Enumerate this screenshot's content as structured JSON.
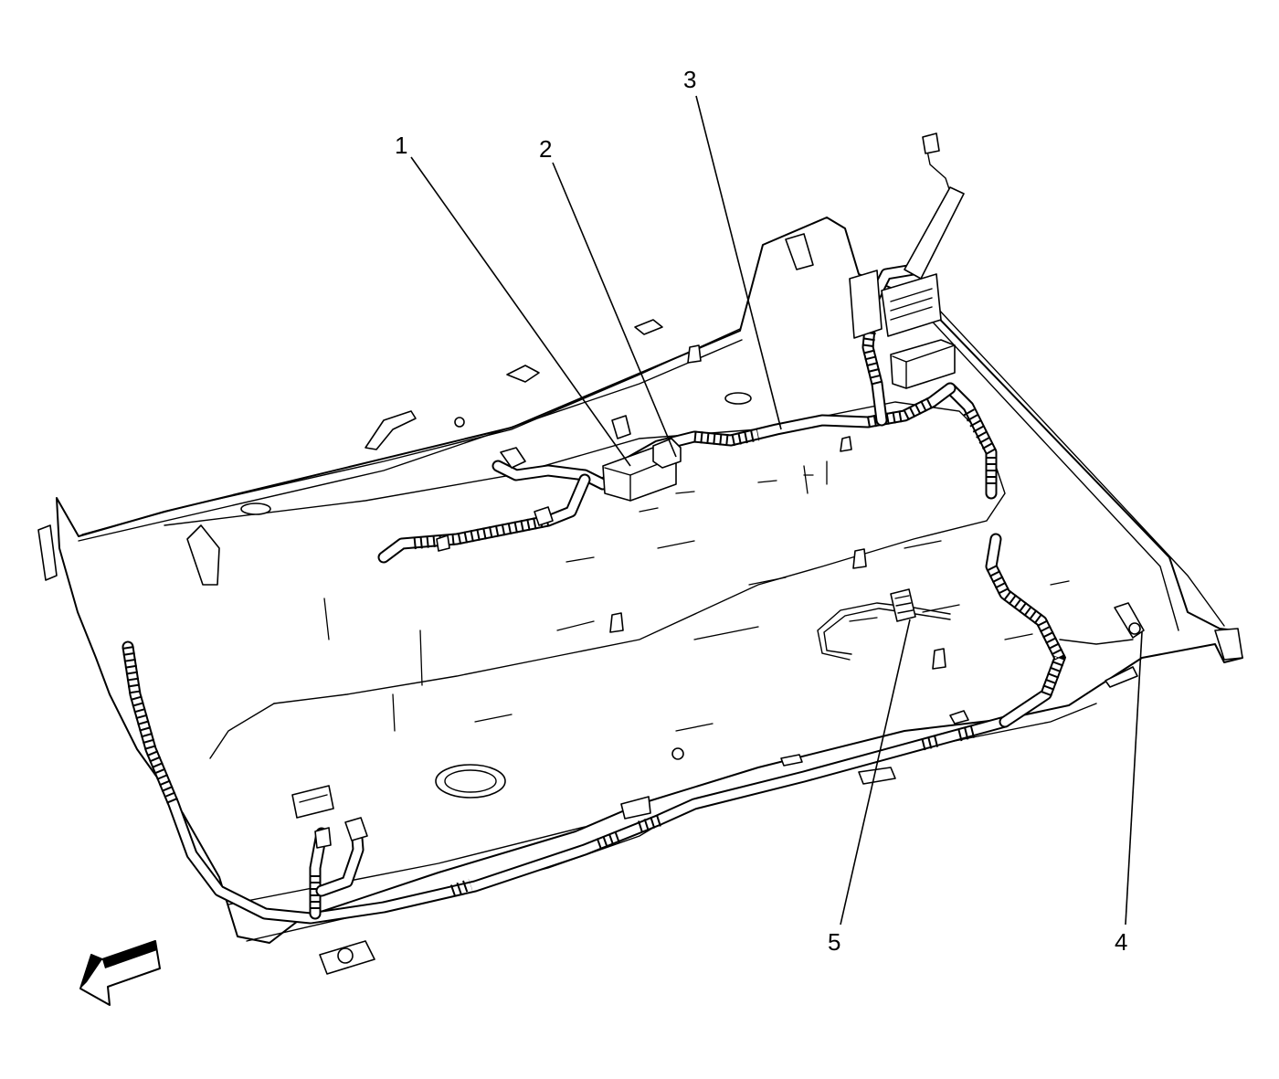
{
  "callouts": [
    {
      "number": "1"
    },
    {
      "number": "2"
    },
    {
      "number": "3"
    },
    {
      "number": "4"
    },
    {
      "number": "5"
    }
  ],
  "icons": {
    "direction_arrow": "front-direction-arrow-icon"
  }
}
